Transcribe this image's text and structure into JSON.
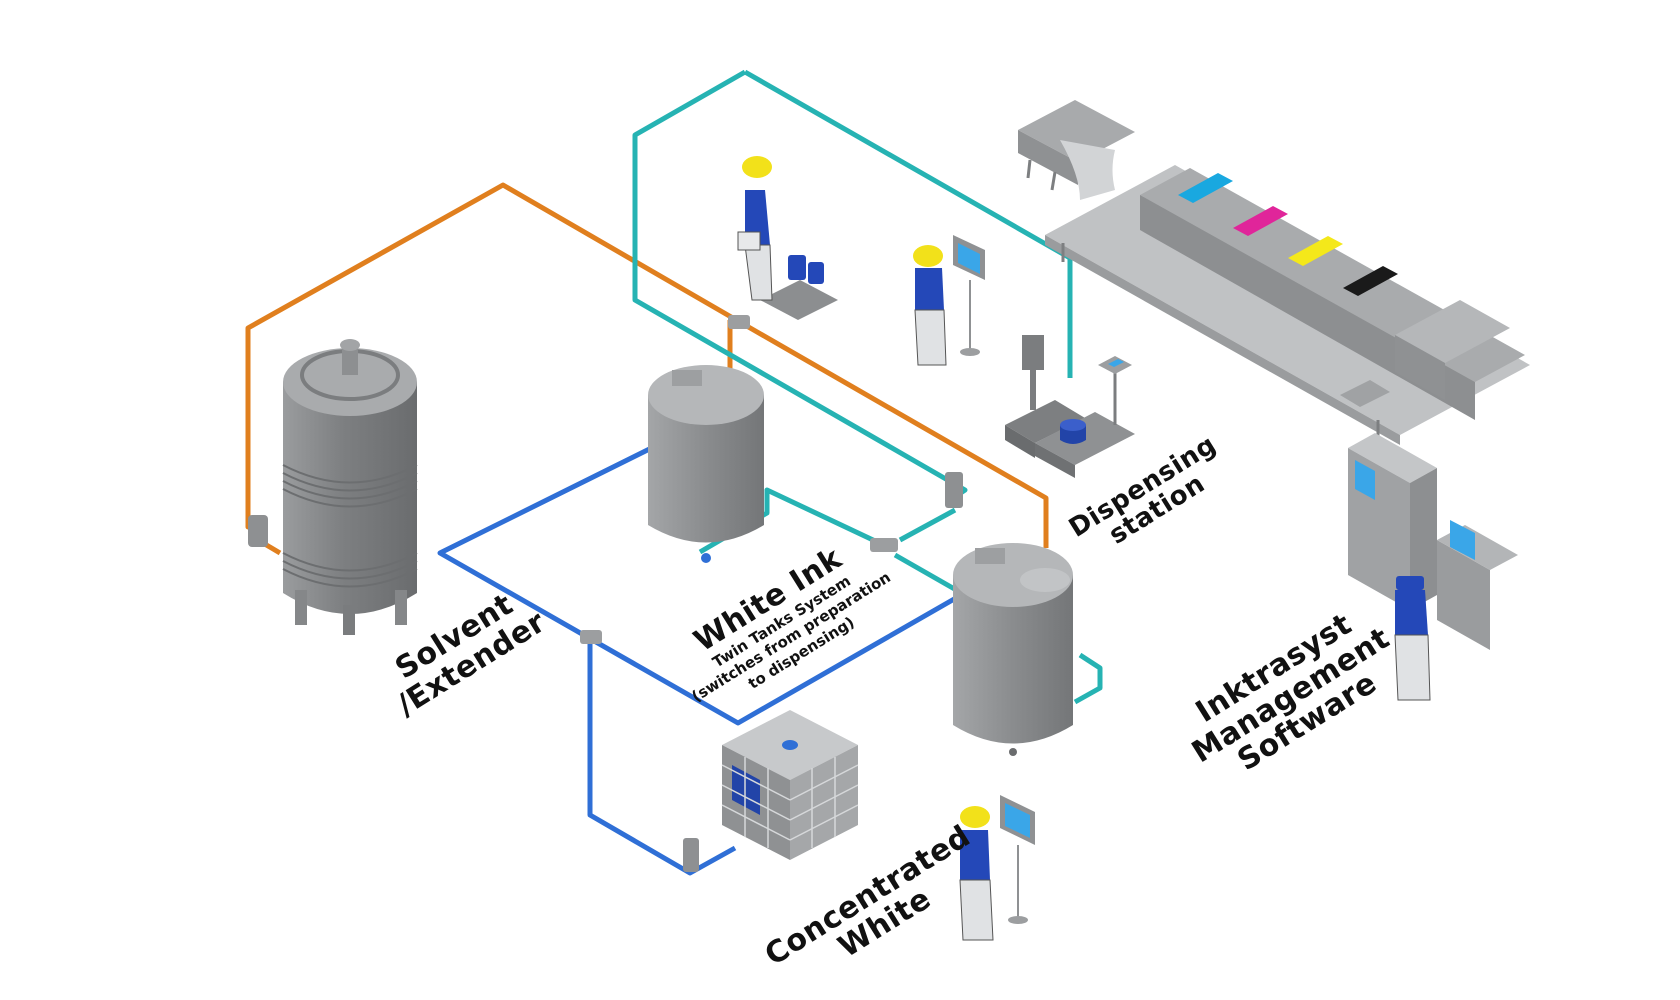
{
  "diagram": {
    "type": "isometric process diagram",
    "subject": "White ink preparation and dispensing system",
    "colors": {
      "background": "#ffffff",
      "solvent_pipe": "#e07f1e",
      "dispensing_pipe": "#26b3b3",
      "white_pipe": "#2f6fd6",
      "equipment_gray": "#8a8c8e",
      "worker_blue": "#2448b8",
      "helmet_yellow": "#f2e11a",
      "screen_blue": "#3aa6e8",
      "ink_cyan": "#19a8e0",
      "ink_magenta": "#e0259a",
      "ink_yellow": "#f4e81a",
      "ink_black": "#1a1a1a"
    },
    "labels": {
      "solvent": {
        "line1": "Solvent",
        "line2": "/Extender"
      },
      "white_ink": {
        "title": "White Ink",
        "sub1": "Twin Tanks System",
        "sub2": "(switches from preparation",
        "sub3": "to dispensing)"
      },
      "dispensing": {
        "line1": "Dispensing",
        "line2": "station"
      },
      "software": {
        "line1": "Inktrasyst",
        "line2": "Management",
        "line3": "Software"
      },
      "concentrated": {
        "line1": "Concentrated",
        "line2": "White"
      }
    },
    "nodes": [
      {
        "id": "solvent-tank",
        "name": "Solvent / Extender tank"
      },
      {
        "id": "white-ink-tank-1",
        "name": "White Ink twin tank (preparation)"
      },
      {
        "id": "white-ink-tank-2",
        "name": "White Ink twin tank (dispensing)"
      },
      {
        "id": "concentrated-white-ibc",
        "name": "Concentrated White IBC container"
      },
      {
        "id": "dispensing-station",
        "name": "Dispensing station with scale"
      },
      {
        "id": "printing-press",
        "name": "Printing press (CMYK units)"
      },
      {
        "id": "control-cabinet",
        "name": "Inktrasyst management software cabinet"
      }
    ],
    "edges": [
      {
        "from": "solvent-tank",
        "to": "white-ink-tank-2",
        "pipe": "solvent_pipe"
      },
      {
        "from": "white-ink-tank-1",
        "to": "dispensing-station",
        "pipe": "dispensing_pipe"
      },
      {
        "from": "white-ink-tank-2",
        "to": "dispensing-station",
        "pipe": "dispensing_pipe"
      },
      {
        "from": "concentrated-white-ibc",
        "to": "white-ink-tank-1",
        "pipe": "white_pipe"
      },
      {
        "from": "concentrated-white-ibc",
        "to": "white-ink-tank-2",
        "pipe": "white_pipe"
      }
    ],
    "press_units": [
      "cyan",
      "magenta",
      "yellow",
      "black"
    ]
  }
}
